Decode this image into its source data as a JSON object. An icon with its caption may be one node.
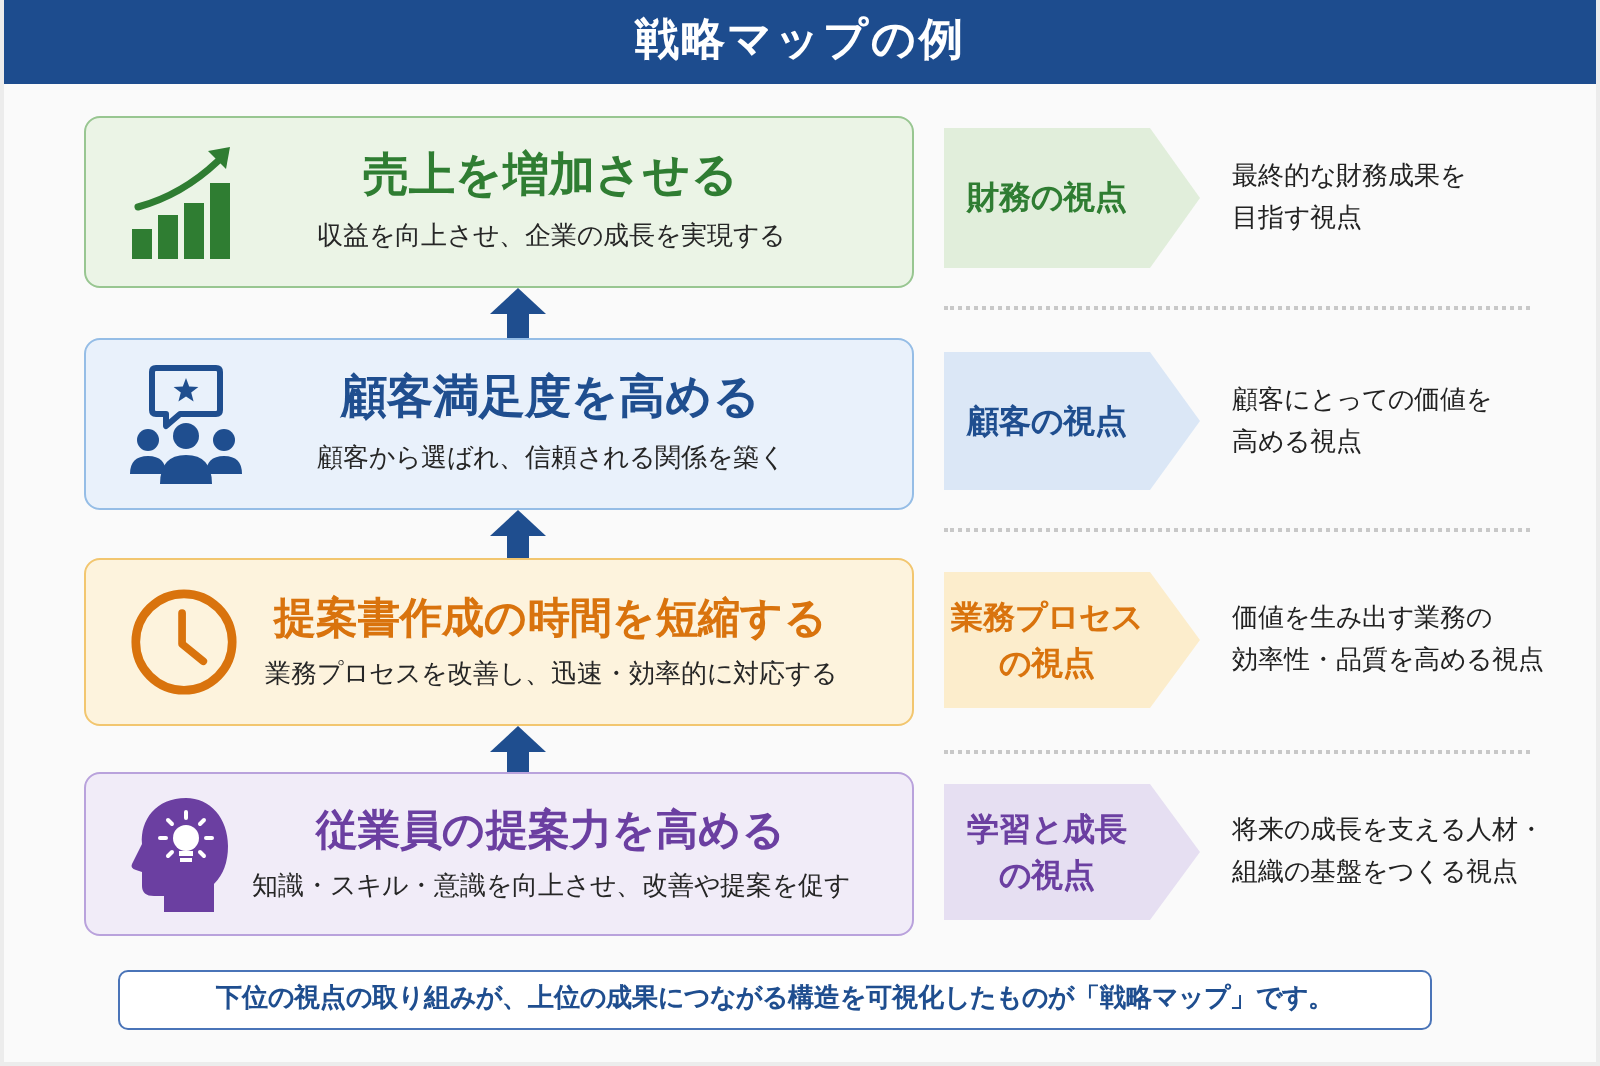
{
  "diagram": {
    "title": "戦略マップの例",
    "nodes": [
      {
        "text": [
          "売上を増加させる",
          "収益を向上させ、企業の成長を実現する"
        ]
      },
      {
        "text": [
          "財務の視点"
        ],
        "beside": [
          "最終的な財務成果を目指す視点"
        ]
      },
      {
        "text": [
          "顧客満足度を高める",
          "顧客から選ばれ、信頼される関係を築く"
        ]
      },
      {
        "text": [
          "顧客の視点"
        ],
        "beside": [
          "顧客にとっての価値を高める視点"
        ]
      },
      {
        "text": [
          "提案書作成の時間を短縮する",
          "業務プロセスを改善し、迅速・効率的に対応する"
        ]
      },
      {
        "text": [
          "業務プロセスの視点"
        ],
        "beside": [
          "価値を生み出す業務の効率性・品質を高める視点"
        ]
      },
      {
        "text": [
          "従業員の提案力を高める",
          "知識・スキル・意識を向上させ、改善や提案を促す"
        ]
      },
      {
        "text": [
          "学習と成長の視点"
        ],
        "beside": [
          "将来の成長を支える人材・組織の基盤をつくる視点"
        ]
      },
      {
        "text": [
          "下位の視点の取り組みが、上位の成果につながる構造を可視化したものが「戦略マップ」です。"
        ]
      }
    ],
    "edges": [
      {
        "from": 2,
        "to": 0,
        "arrow": "to"
      },
      {
        "from": 4,
        "to": 2,
        "arrow": "to"
      },
      {
        "from": 6,
        "to": 4,
        "arrow": "to"
      }
    ]
  }
}
